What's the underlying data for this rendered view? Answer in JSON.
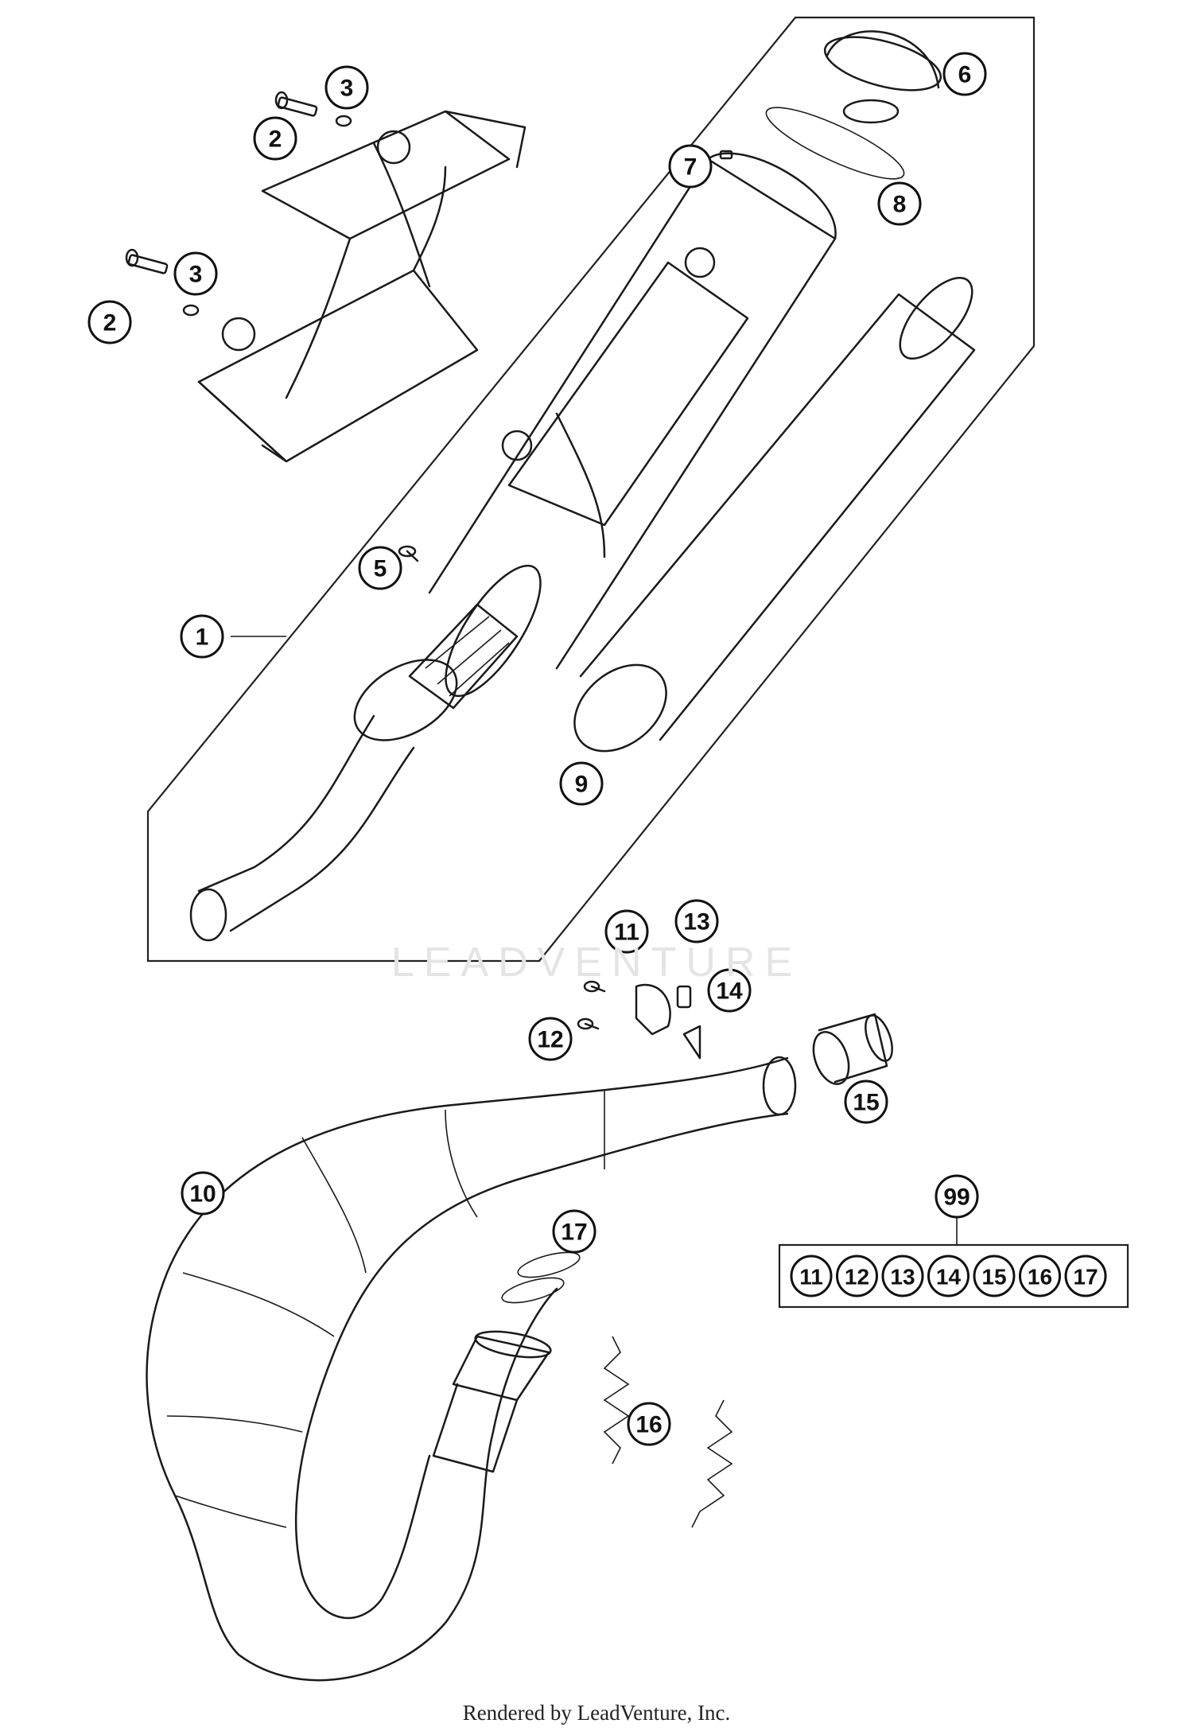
{
  "callouts": [
    {
      "id": "c1",
      "label": "1"
    },
    {
      "id": "c2a",
      "label": "2"
    },
    {
      "id": "c2b",
      "label": "2"
    },
    {
      "id": "c3a",
      "label": "3"
    },
    {
      "id": "c3b",
      "label": "3"
    },
    {
      "id": "c5",
      "label": "5"
    },
    {
      "id": "c6",
      "label": "6"
    },
    {
      "id": "c7",
      "label": "7"
    },
    {
      "id": "c8",
      "label": "8"
    },
    {
      "id": "c9",
      "label": "9"
    },
    {
      "id": "c10",
      "label": "10"
    },
    {
      "id": "c11",
      "label": "11"
    },
    {
      "id": "c12",
      "label": "12"
    },
    {
      "id": "c13",
      "label": "13"
    },
    {
      "id": "c14",
      "label": "14"
    },
    {
      "id": "c15",
      "label": "15"
    },
    {
      "id": "c16",
      "label": "16"
    },
    {
      "id": "c17",
      "label": "17"
    },
    {
      "id": "c99",
      "label": "99"
    }
  ],
  "kit": {
    "label": "99",
    "items": [
      "11",
      "12",
      "13",
      "14",
      "15",
      "16",
      "17"
    ]
  },
  "watermark": "LEADVENTURE",
  "footer": "Rendered by LeadVenture, Inc."
}
